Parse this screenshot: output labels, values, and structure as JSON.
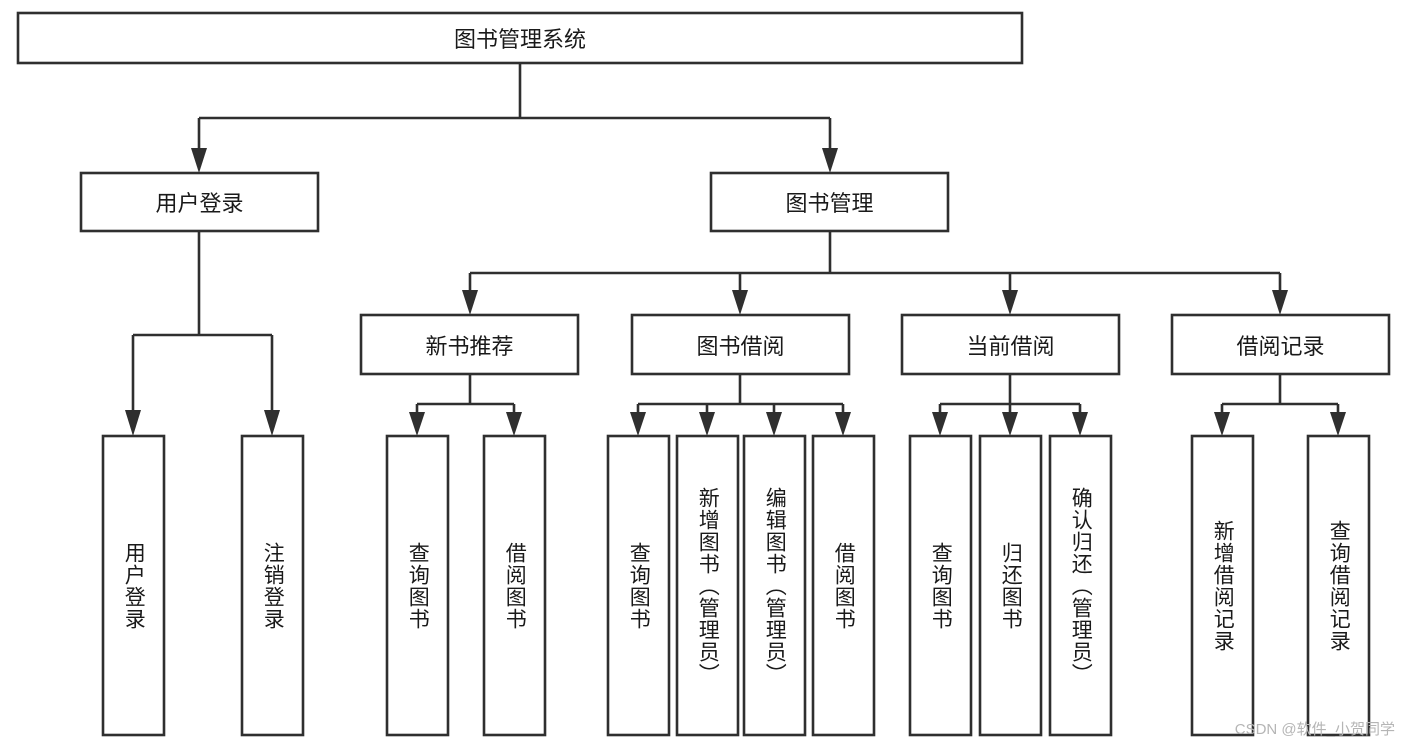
{
  "diagram": {
    "type": "hierarchy-tree",
    "title": "图书管理系统",
    "orientation": "top-down",
    "watermark": "CSDN @软件_小贺同学",
    "colors": {
      "box_fill": "#ffffff",
      "box_stroke": "#2f2f2f",
      "text": "#1a1a1a",
      "watermark": "#b5b5b5",
      "background": "#ffffff"
    },
    "root": {
      "id": "root",
      "label": "图书管理系统",
      "text_direction": "horizontal"
    },
    "level2": [
      {
        "id": "user-login",
        "label": "用户登录",
        "text_direction": "horizontal"
      },
      {
        "id": "book-management",
        "label": "图书管理",
        "text_direction": "horizontal"
      }
    ],
    "level3": [
      {
        "id": "new-book-recommend",
        "label": "新书推荐",
        "parent": "book-management",
        "text_direction": "horizontal"
      },
      {
        "id": "book-borrow",
        "label": "图书借阅",
        "parent": "book-management",
        "text_direction": "horizontal"
      },
      {
        "id": "current-borrow",
        "label": "当前借阅",
        "parent": "book-management",
        "text_direction": "horizontal"
      },
      {
        "id": "borrow-record",
        "label": "借阅记录",
        "parent": "book-management",
        "text_direction": "horizontal"
      }
    ],
    "leaves": [
      {
        "id": "leaf-user-login",
        "label": "用户登录",
        "parent": "user-login",
        "text_direction": "vertical"
      },
      {
        "id": "leaf-logout-login",
        "label": "注销登录",
        "parent": "user-login",
        "text_direction": "vertical"
      },
      {
        "id": "leaf-query-book-1",
        "label": "查询图书",
        "parent": "new-book-recommend",
        "text_direction": "vertical"
      },
      {
        "id": "leaf-borrow-book-1",
        "label": "借阅图书",
        "parent": "new-book-recommend",
        "text_direction": "vertical"
      },
      {
        "id": "leaf-query-book-2",
        "label": "查询图书",
        "parent": "book-borrow",
        "text_direction": "vertical"
      },
      {
        "id": "leaf-add-book",
        "label": "新增图书（管理员）",
        "parent": "book-borrow",
        "text_direction": "vertical"
      },
      {
        "id": "leaf-edit-book",
        "label": "编辑图书（管理员）",
        "parent": "book-borrow",
        "text_direction": "vertical"
      },
      {
        "id": "leaf-borrow-book-2",
        "label": "借阅图书",
        "parent": "book-borrow",
        "text_direction": "vertical"
      },
      {
        "id": "leaf-query-book-3",
        "label": "查询图书",
        "parent": "current-borrow",
        "text_direction": "vertical"
      },
      {
        "id": "leaf-return-book",
        "label": "归还图书",
        "parent": "current-borrow",
        "text_direction": "vertical"
      },
      {
        "id": "leaf-confirm-return",
        "label": "确认归还（管理员）",
        "parent": "current-borrow",
        "text_direction": "vertical"
      },
      {
        "id": "leaf-add-record",
        "label": "新增借阅记录",
        "parent": "borrow-record",
        "text_direction": "vertical"
      },
      {
        "id": "leaf-query-record",
        "label": "查询借阅记录",
        "parent": "borrow-record",
        "text_direction": "vertical"
      }
    ]
  }
}
